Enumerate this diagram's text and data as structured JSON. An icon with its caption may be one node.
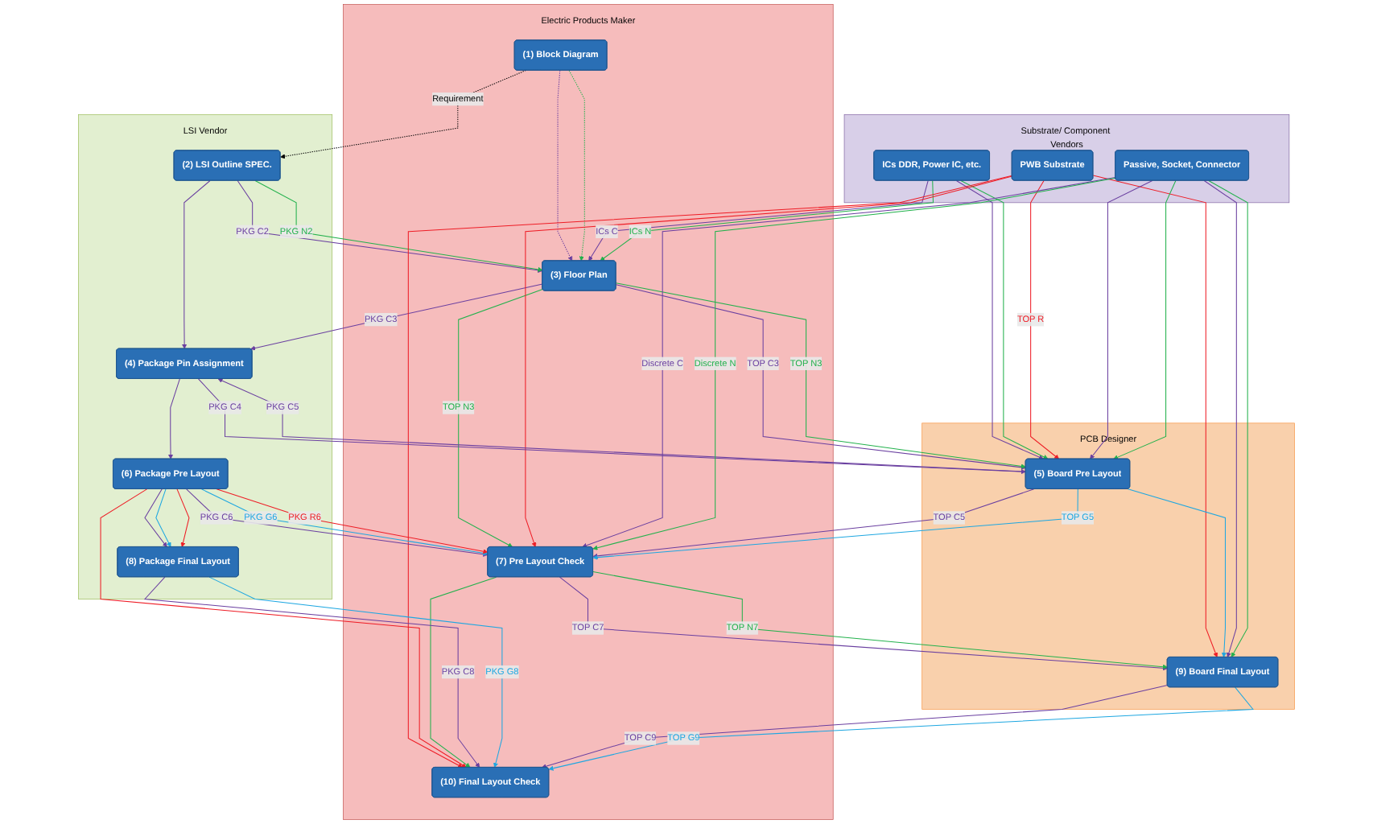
{
  "diagram": {
    "nodes": [
      {
        "text": [
          "LSI Vendor"
        ]
      },
      {
        "text": [
          "Electric Products Maker"
        ]
      },
      {
        "text": [
          "PCB Designer"
        ]
      },
      {
        "text": [
          "Substrate/ Component Vendors"
        ]
      },
      {
        "text": [
          "(1) Block Diagram"
        ],
        "in": 1
      },
      {
        "text": [
          "(2) LSI Outline SPEC."
        ],
        "in": 0
      },
      {
        "text": [
          "(3) Floor Plan"
        ],
        "in": 1
      },
      {
        "text": [
          "(4) Package Pin Assignment"
        ],
        "in": 0
      },
      {
        "text": [
          "(5) Board Pre Layout"
        ],
        "in": 2
      },
      {
        "text": [
          "ICs DDR, Power IC, etc."
        ],
        "in": 3
      },
      {
        "text": [
          "PWB Substrate"
        ],
        "in": 3
      },
      {
        "text": [
          "(6) Package Pre Layout"
        ],
        "in": 0
      },
      {
        "text": [
          "(7) Pre Layout Check"
        ],
        "in": 1
      },
      {
        "text": [
          "Passive, Socket, Connector"
        ],
        "in": 3
      },
      {
        "text": [
          "(8) Package Final Layout"
        ],
        "in": 0
      },
      {
        "text": [
          "(9) Board Final Layout"
        ],
        "in": 2
      },
      {
        "text": [
          "(10) Final Layout Check"
        ],
        "in": 1
      }
    ],
    "edges": [
      {
        "from": 4,
        "to": 5,
        "arrow": "to",
        "label": "Requirement",
        "style": "dashed",
        "color": "#000000"
      },
      {
        "from": 4,
        "to": 6,
        "arrow": "to",
        "style": "dashed"
      },
      {
        "from": 4,
        "to": 6,
        "arrow": "to",
        "style": "dashed",
        "color": "#22b14c"
      },
      {
        "from": 5,
        "to": 6,
        "arrow": "to",
        "label": "PKG C2"
      },
      {
        "from": 5,
        "to": 6,
        "arrow": "to",
        "label": "PKG N2",
        "color": "#22b14c"
      },
      {
        "from": 5,
        "to": 7,
        "arrow": "to"
      },
      {
        "from": 9,
        "to": 6,
        "arrow": "to",
        "label": "ICs C"
      },
      {
        "from": 9,
        "to": 6,
        "arrow": "to",
        "label": "ICs N",
        "color": "#22b14c"
      },
      {
        "from": 9,
        "to": 8,
        "arrow": "to"
      },
      {
        "from": 9,
        "to": 8,
        "arrow": "to",
        "color": "#22b14c"
      },
      {
        "from": 6,
        "to": 7,
        "arrow": "to",
        "label": "PKG C3"
      },
      {
        "from": 6,
        "to": 8,
        "arrow": "to",
        "label": "TOP C3"
      },
      {
        "from": 6,
        "to": 8,
        "arrow": "to",
        "label": "TOP N3",
        "color": "#22b14c"
      },
      {
        "from": 6,
        "to": 12,
        "arrow": "to",
        "label": "TOP N3",
        "color": "#22b14c"
      },
      {
        "from": 10,
        "to": 8,
        "arrow": "to",
        "label": "TOP R",
        "color": "#ee1c25"
      },
      {
        "from": 10,
        "to": 12,
        "arrow": "to",
        "color": "#ee1c25"
      },
      {
        "from": 10,
        "to": 15,
        "arrow": "to",
        "color": "#ee1c25"
      },
      {
        "from": 10,
        "to": 16,
        "arrow": "to",
        "color": "#ee1c25"
      },
      {
        "from": 7,
        "to": 11,
        "arrow": "to"
      },
      {
        "from": 7,
        "to": 8,
        "arrow": "to",
        "label": "PKG C4"
      },
      {
        "from": 8,
        "to": 7,
        "arrow": "to",
        "label": "PKG C5"
      },
      {
        "from": 8,
        "to": 12,
        "arrow": "to",
        "label": "TOP C5"
      },
      {
        "from": 8,
        "to": 12,
        "arrow": "to",
        "label": "TOP G5",
        "color": "#1ea7e1"
      },
      {
        "from": 8,
        "to": 15,
        "arrow": "to",
        "color": "#1ea7e1"
      },
      {
        "from": 13,
        "to": 12,
        "arrow": "to",
        "label": "Discrete C"
      },
      {
        "from": 13,
        "to": 12,
        "arrow": "to",
        "label": "Discrete N",
        "color": "#22b14c"
      },
      {
        "from": 13,
        "to": 8,
        "arrow": "to"
      },
      {
        "from": 13,
        "to": 8,
        "arrow": "to",
        "color": "#22b14c"
      },
      {
        "from": 13,
        "to": 15,
        "arrow": "to"
      },
      {
        "from": 13,
        "to": 15,
        "arrow": "to",
        "color": "#22b14c"
      },
      {
        "from": 11,
        "to": 12,
        "arrow": "to",
        "label": "PKG C6"
      },
      {
        "from": 11,
        "to": 12,
        "arrow": "to",
        "label": "PKG G6",
        "color": "#1ea7e1"
      },
      {
        "from": 11,
        "to": 12,
        "arrow": "to",
        "label": "PKG R6",
        "color": "#ee1c25"
      },
      {
        "from": 11,
        "to": 16,
        "arrow": "to",
        "color": "#ee1c25"
      },
      {
        "from": 11,
        "to": 14,
        "arrow": "to"
      },
      {
        "from": 11,
        "to": 14,
        "arrow": "to",
        "color": "#1ea7e1"
      },
      {
        "from": 11,
        "to": 14,
        "arrow": "to",
        "color": "#ee1c25"
      },
      {
        "from": 12,
        "to": 15,
        "arrow": "to",
        "label": "TOP C7"
      },
      {
        "from": 12,
        "to": 15,
        "arrow": "to",
        "label": "TOP N7",
        "color": "#22b14c"
      },
      {
        "from": 12,
        "to": 16,
        "arrow": "to",
        "color": "#22b14c"
      },
      {
        "from": 14,
        "to": 16,
        "arrow": "to",
        "label": "PKG C8"
      },
      {
        "from": 14,
        "to": 16,
        "arrow": "to",
        "label": "PKG G8",
        "color": "#1ea7e1"
      },
      {
        "from": 15,
        "to": 16,
        "arrow": "to",
        "label": "TOP C9"
      },
      {
        "from": 15,
        "to": 16,
        "arrow": "to",
        "label": "TOP G9",
        "color": "#1ea7e1"
      }
    ]
  }
}
